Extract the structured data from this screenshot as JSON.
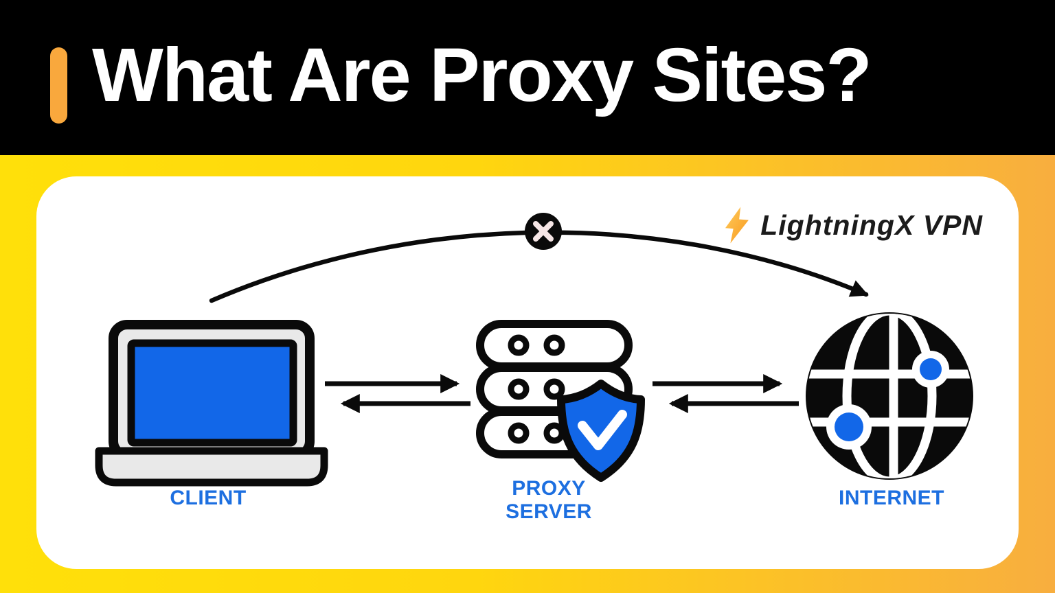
{
  "header": {
    "title": "What Are Proxy Sites?"
  },
  "brand": {
    "name": "LightningX VPN",
    "icon": "lightning-bolt-icon"
  },
  "diagram": {
    "nodes": [
      {
        "id": "client",
        "label": "CLIENT",
        "icon": "laptop-icon"
      },
      {
        "id": "proxy_server",
        "label": "PROXY SERVER",
        "icon": "server-shield-icon"
      },
      {
        "id": "internet",
        "label": "INTERNET",
        "icon": "globe-icon"
      }
    ],
    "connections": [
      {
        "from": "client",
        "to": "proxy_server",
        "type": "bidirectional-arrows"
      },
      {
        "from": "proxy_server",
        "to": "internet",
        "type": "bidirectional-arrows"
      },
      {
        "from": "client",
        "to": "internet",
        "type": "curved-arrow",
        "status": "blocked",
        "marker": "x-circle-icon"
      }
    ]
  },
  "colors": {
    "header_bg": "#000000",
    "title_text": "#FFFFFF",
    "accent_bar": "#F9A83D",
    "bg_gradient_left": "#FFE00A",
    "bg_gradient_right": "#F8AE3F",
    "card_bg": "#FFFFFF",
    "icon_blue": "#1267E8",
    "label_blue": "#1D6FE0",
    "icon_black": "#0A0A0A",
    "bolt_gradient_top": "#FFCB5C",
    "bolt_gradient_bottom": "#F8991D",
    "x_glyph": "#F6E6E6"
  }
}
